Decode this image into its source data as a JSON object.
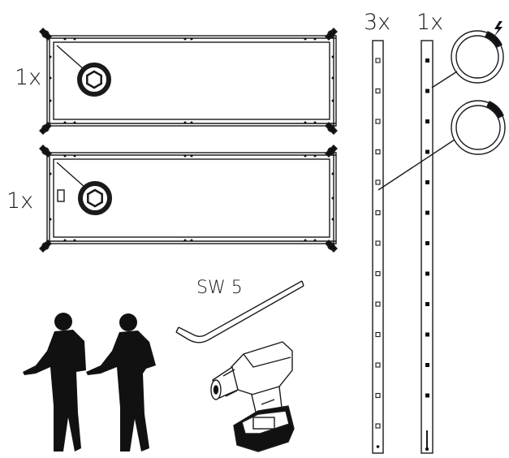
{
  "labels": {
    "frame_top_qty": "1x",
    "frame_bottom_qty": "1x",
    "post_standard_qty": "3x",
    "post_electric_qty": "1x",
    "hex_key_size": "SW 5"
  },
  "icons": {
    "frame_top": "rectangular-frame-icon",
    "frame_bottom": "rectangular-frame-with-bracket-icon",
    "post_standard": "perforated-post-icon",
    "post_electric": "perforated-post-with-cable-icon",
    "hex_key": "allen-key-icon",
    "drill": "cordless-drill-icon",
    "people": "two-person-assembly-icon",
    "lightning": "electric-bolt-icon"
  },
  "colors": {
    "line": "#1a1a1a",
    "fill": "#111111",
    "background": "#ffffff"
  }
}
